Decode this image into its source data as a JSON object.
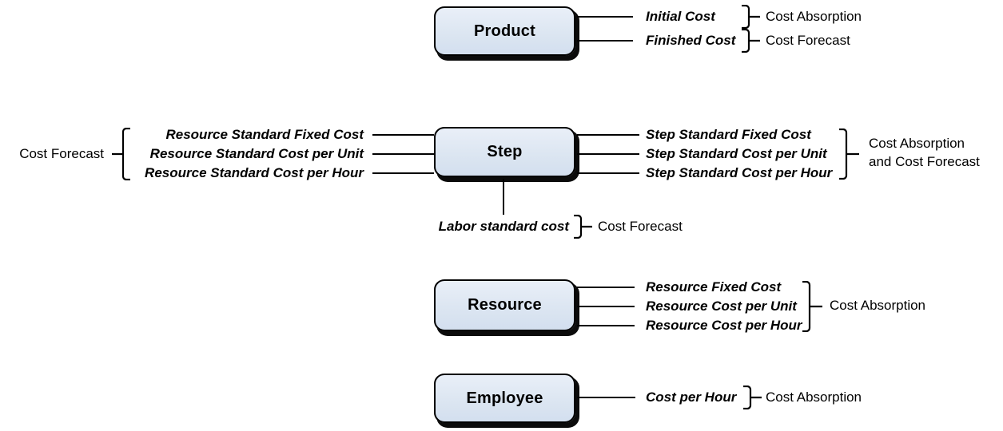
{
  "colors": {
    "box_fill": "#dbe5f1",
    "box_border": "#000000",
    "line": "#000000",
    "background": "#ffffff"
  },
  "entities": {
    "product": {
      "label": "Product"
    },
    "step": {
      "label": "Step"
    },
    "resource": {
      "label": "Resource"
    },
    "employee": {
      "label": "Employee"
    }
  },
  "product_section": {
    "rows": [
      {
        "attr": "Initial Cost",
        "tag": "Cost Absorption"
      },
      {
        "attr": "Finished Cost",
        "tag": "Cost Forecast"
      }
    ]
  },
  "step_section": {
    "left": {
      "tag": "Cost Forecast",
      "attrs": [
        "Resource Standard Fixed Cost",
        "Resource Standard Cost per Unit",
        "Resource Standard Cost per Hour"
      ]
    },
    "right": {
      "attrs": [
        "Step Standard Fixed Cost",
        "Step Standard Cost per Unit",
        "Step Standard Cost per Hour"
      ],
      "tag_line1": "Cost Absorption",
      "tag_line2": "and Cost Forecast"
    },
    "bottom": {
      "attr": "Labor standard cost",
      "tag": "Cost Forecast"
    }
  },
  "resource_section": {
    "attrs": [
      "Resource Fixed Cost",
      "Resource Cost per Unit",
      "Resource Cost per Hour"
    ],
    "tag": "Cost Absorption"
  },
  "employee_section": {
    "attr": "Cost per Hour",
    "tag": "Cost Absorption"
  }
}
